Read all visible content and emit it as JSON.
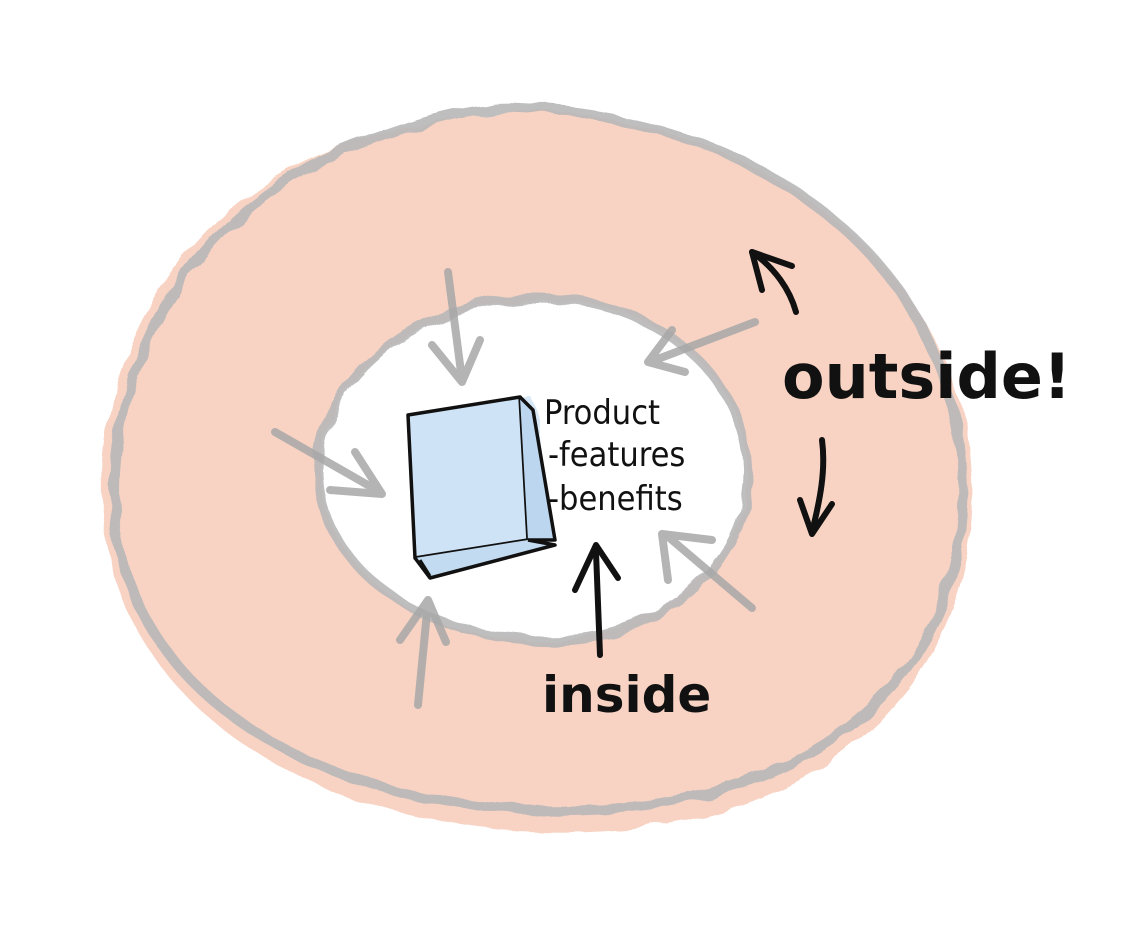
{
  "labels": {
    "product": "Product",
    "features": "-features",
    "benefits": "-benefits",
    "inside": "inside",
    "outside": "outside!"
  },
  "colors": {
    "ring_fill": "#f8d3c3",
    "ring_outline": "#b8b8b8",
    "box_fill": "#d7e7f6",
    "ink": "#111111"
  },
  "icons": {
    "product_box": "box-icon"
  }
}
